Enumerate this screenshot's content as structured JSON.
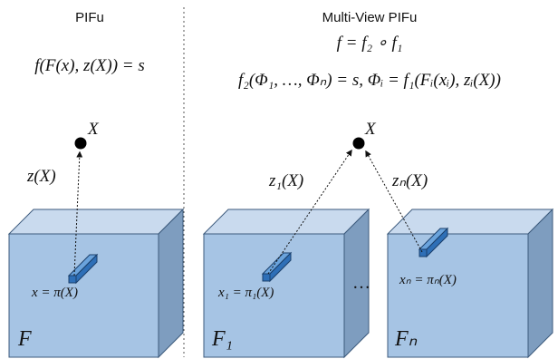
{
  "headers": {
    "left": "PIFu",
    "right": "Multi-View PIFu"
  },
  "equations": {
    "left": "f(F(x), z(X)) = s",
    "right_1": "f = f₂ ∘ f₁",
    "right_2": "f₂(Φ₁, …, Φₙ) = s,  Φᵢ = f₁(Fᵢ(xᵢ), zᵢ(X))"
  },
  "points": {
    "left": "X",
    "right": "X"
  },
  "depth_labels": {
    "left": "z(X)",
    "right_1": "z₁(X)",
    "right_n": "zₙ(X)"
  },
  "projection_labels": {
    "left": "x = π(X)",
    "right_1": "x₁ = π₁(X)",
    "right_n": "xₙ = πₙ(X)"
  },
  "cube_labels": {
    "left": "F",
    "right_1": "F₁",
    "right_n": "Fₙ"
  },
  "ellipsis": "…",
  "colors": {
    "cube_front": "#a6c4e4",
    "cube_top": "#c9daee",
    "cube_side": "#7e9dbf",
    "cube_edge": "#3c5a7c",
    "rod_front": "#2e6fb7",
    "rod_top": "#6aa3dc",
    "rod_edge": "#1a3f6b"
  }
}
